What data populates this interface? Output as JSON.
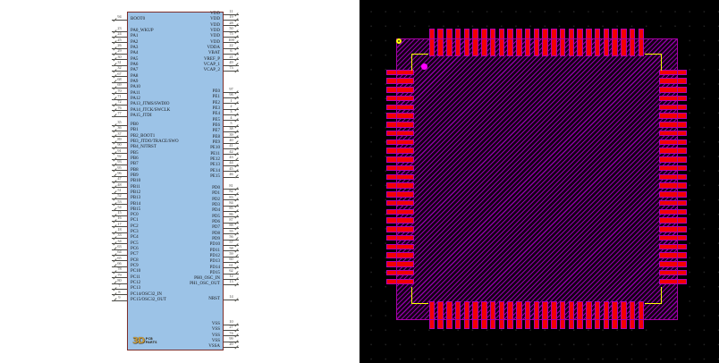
{
  "schematic": {
    "component_ref": "microcontroller-symbol",
    "body_fill": "#9CC3E7",
    "body_border": "#7D2E2A",
    "left_groups": [
      {
        "label": "boot",
        "pins": [
          [
            "BOOT0",
            "94"
          ]
        ]
      },
      {
        "label": "port-a",
        "pins": [
          [
            "PA0_WKUP",
            "23"
          ],
          [
            "PA1",
            "24"
          ],
          [
            "PA2",
            "25"
          ],
          [
            "PA3",
            "26"
          ],
          [
            "PA4",
            "29"
          ],
          [
            "PA5",
            "30"
          ],
          [
            "PA6",
            "31"
          ],
          [
            "PA7",
            "32"
          ],
          [
            "PA8",
            "67"
          ],
          [
            "PA9",
            "68"
          ],
          [
            "PA10",
            "69"
          ],
          [
            "PA11",
            "70"
          ],
          [
            "PA12",
            "71"
          ],
          [
            "PA13_JTMS/SWDIO",
            "72"
          ],
          [
            "PA14_JTCK/SWCLK",
            "76"
          ],
          [
            "PA15_JTDI",
            "77"
          ]
        ]
      },
      {
        "label": "port-b",
        "pins": [
          [
            "PB0",
            "35"
          ],
          [
            "PB1",
            "36"
          ],
          [
            "PB2_BOOT1",
            "37"
          ],
          [
            "PB3_JTDO/TRACE/SWO",
            "89"
          ],
          [
            "PB4_NJTRST",
            "90"
          ],
          [
            "PB5",
            "91"
          ],
          [
            "PB6",
            "92"
          ],
          [
            "PB7",
            "93"
          ],
          [
            "PB8",
            "95"
          ],
          [
            "PB9",
            "96"
          ],
          [
            "PB10",
            "47"
          ],
          [
            "PB11",
            "48"
          ],
          [
            "PB12",
            "51"
          ],
          [
            "PB13",
            "52"
          ],
          [
            "PB14",
            "53"
          ],
          [
            "PB15",
            "54"
          ]
        ]
      },
      {
        "label": "port-c",
        "pins": [
          [
            "PC0",
            "15"
          ],
          [
            "PC1",
            "16"
          ],
          [
            "PC2",
            "17"
          ],
          [
            "PC3",
            "18"
          ],
          [
            "PC4",
            "33"
          ],
          [
            "PC5",
            "34"
          ],
          [
            "PC6",
            "63"
          ],
          [
            "PC7",
            "64"
          ],
          [
            "PC8",
            "65"
          ],
          [
            "PC9",
            "66"
          ],
          [
            "PC10",
            "78"
          ],
          [
            "PC11",
            "79"
          ],
          [
            "PC12",
            "80"
          ],
          [
            "PC13",
            "7"
          ],
          [
            "PC14/OSC32_IN",
            "8"
          ],
          [
            "PC15/OSC32_OUT",
            "9"
          ]
        ]
      }
    ],
    "right_groups": [
      {
        "label": "power",
        "pins": [
          [
            "VDD",
            "11"
          ],
          [
            "VDD",
            "19"
          ],
          [
            "VDD",
            "28"
          ],
          [
            "VDD",
            "50"
          ],
          [
            "VDD",
            "75"
          ],
          [
            "VDD",
            "100"
          ],
          [
            "VDDA",
            "22"
          ],
          [
            "VBAT",
            "6"
          ],
          [
            "VREF_P",
            "21"
          ],
          [
            "VCAP_1",
            "49"
          ],
          [
            "VCAP_2",
            "73"
          ]
        ]
      },
      {
        "label": "port-e",
        "pins": [
          [
            "PE0",
            "97"
          ],
          [
            "PE1",
            "98"
          ],
          [
            "PE2",
            "1"
          ],
          [
            "PE3",
            "2"
          ],
          [
            "PE4",
            "3"
          ],
          [
            "PE5",
            "4"
          ],
          [
            "PE6",
            "5"
          ],
          [
            "PE7",
            "38"
          ],
          [
            "PE8",
            "39"
          ],
          [
            "PE9",
            "40"
          ],
          [
            "PE10",
            "41"
          ],
          [
            "PE11",
            "42"
          ],
          [
            "PE12",
            "43"
          ],
          [
            "PE13",
            "44"
          ],
          [
            "PE14",
            "45"
          ],
          [
            "PE15",
            "46"
          ]
        ]
      },
      {
        "label": "port-d",
        "pins": [
          [
            "PD0",
            "81"
          ],
          [
            "PD1",
            "82"
          ],
          [
            "PD2",
            "83"
          ],
          [
            "PD3",
            "84"
          ],
          [
            "PD4",
            "85"
          ],
          [
            "PD5",
            "86"
          ],
          [
            "PD6",
            "87"
          ],
          [
            "PD7",
            "88"
          ],
          [
            "PD8",
            "55"
          ],
          [
            "PD9",
            "56"
          ],
          [
            "PD10",
            "57"
          ],
          [
            "PD11",
            "58"
          ],
          [
            "PD12",
            "59"
          ],
          [
            "PD13",
            "60"
          ],
          [
            "PD14",
            "61"
          ],
          [
            "PD15",
            "62"
          ]
        ]
      },
      {
        "label": "oscillator",
        "pins": [
          [
            "PH0_OSC_IN",
            "12"
          ],
          [
            "PH1_OSC_OUT",
            "13"
          ]
        ]
      },
      {
        "label": "reset",
        "pins": [
          [
            "NRST",
            "14"
          ]
        ]
      },
      {
        "label": "ground",
        "pins": [
          [
            "VSS",
            "10"
          ],
          [
            "VSS",
            "27"
          ],
          [
            "VSS",
            "74"
          ],
          [
            "VSS",
            "99"
          ],
          [
            "VSSA",
            "20"
          ]
        ]
      }
    ],
    "logo": {
      "big": "3D",
      "line1": "PCB",
      "line2": "PARTS"
    }
  },
  "footprint": {
    "pads_per_side": 25,
    "total_pads": 100,
    "pcb_background": "#000000",
    "grid_dot": "#242424",
    "pad_color": "#F20000",
    "pad_outline": "#B400B4",
    "hatch_line": "#8F00A5",
    "hatch_bg": "#140016",
    "courtyard_border": "#A800A8",
    "silkscreen_color": "#FFFF00",
    "assembly_dot_color": "#FF00FF"
  }
}
